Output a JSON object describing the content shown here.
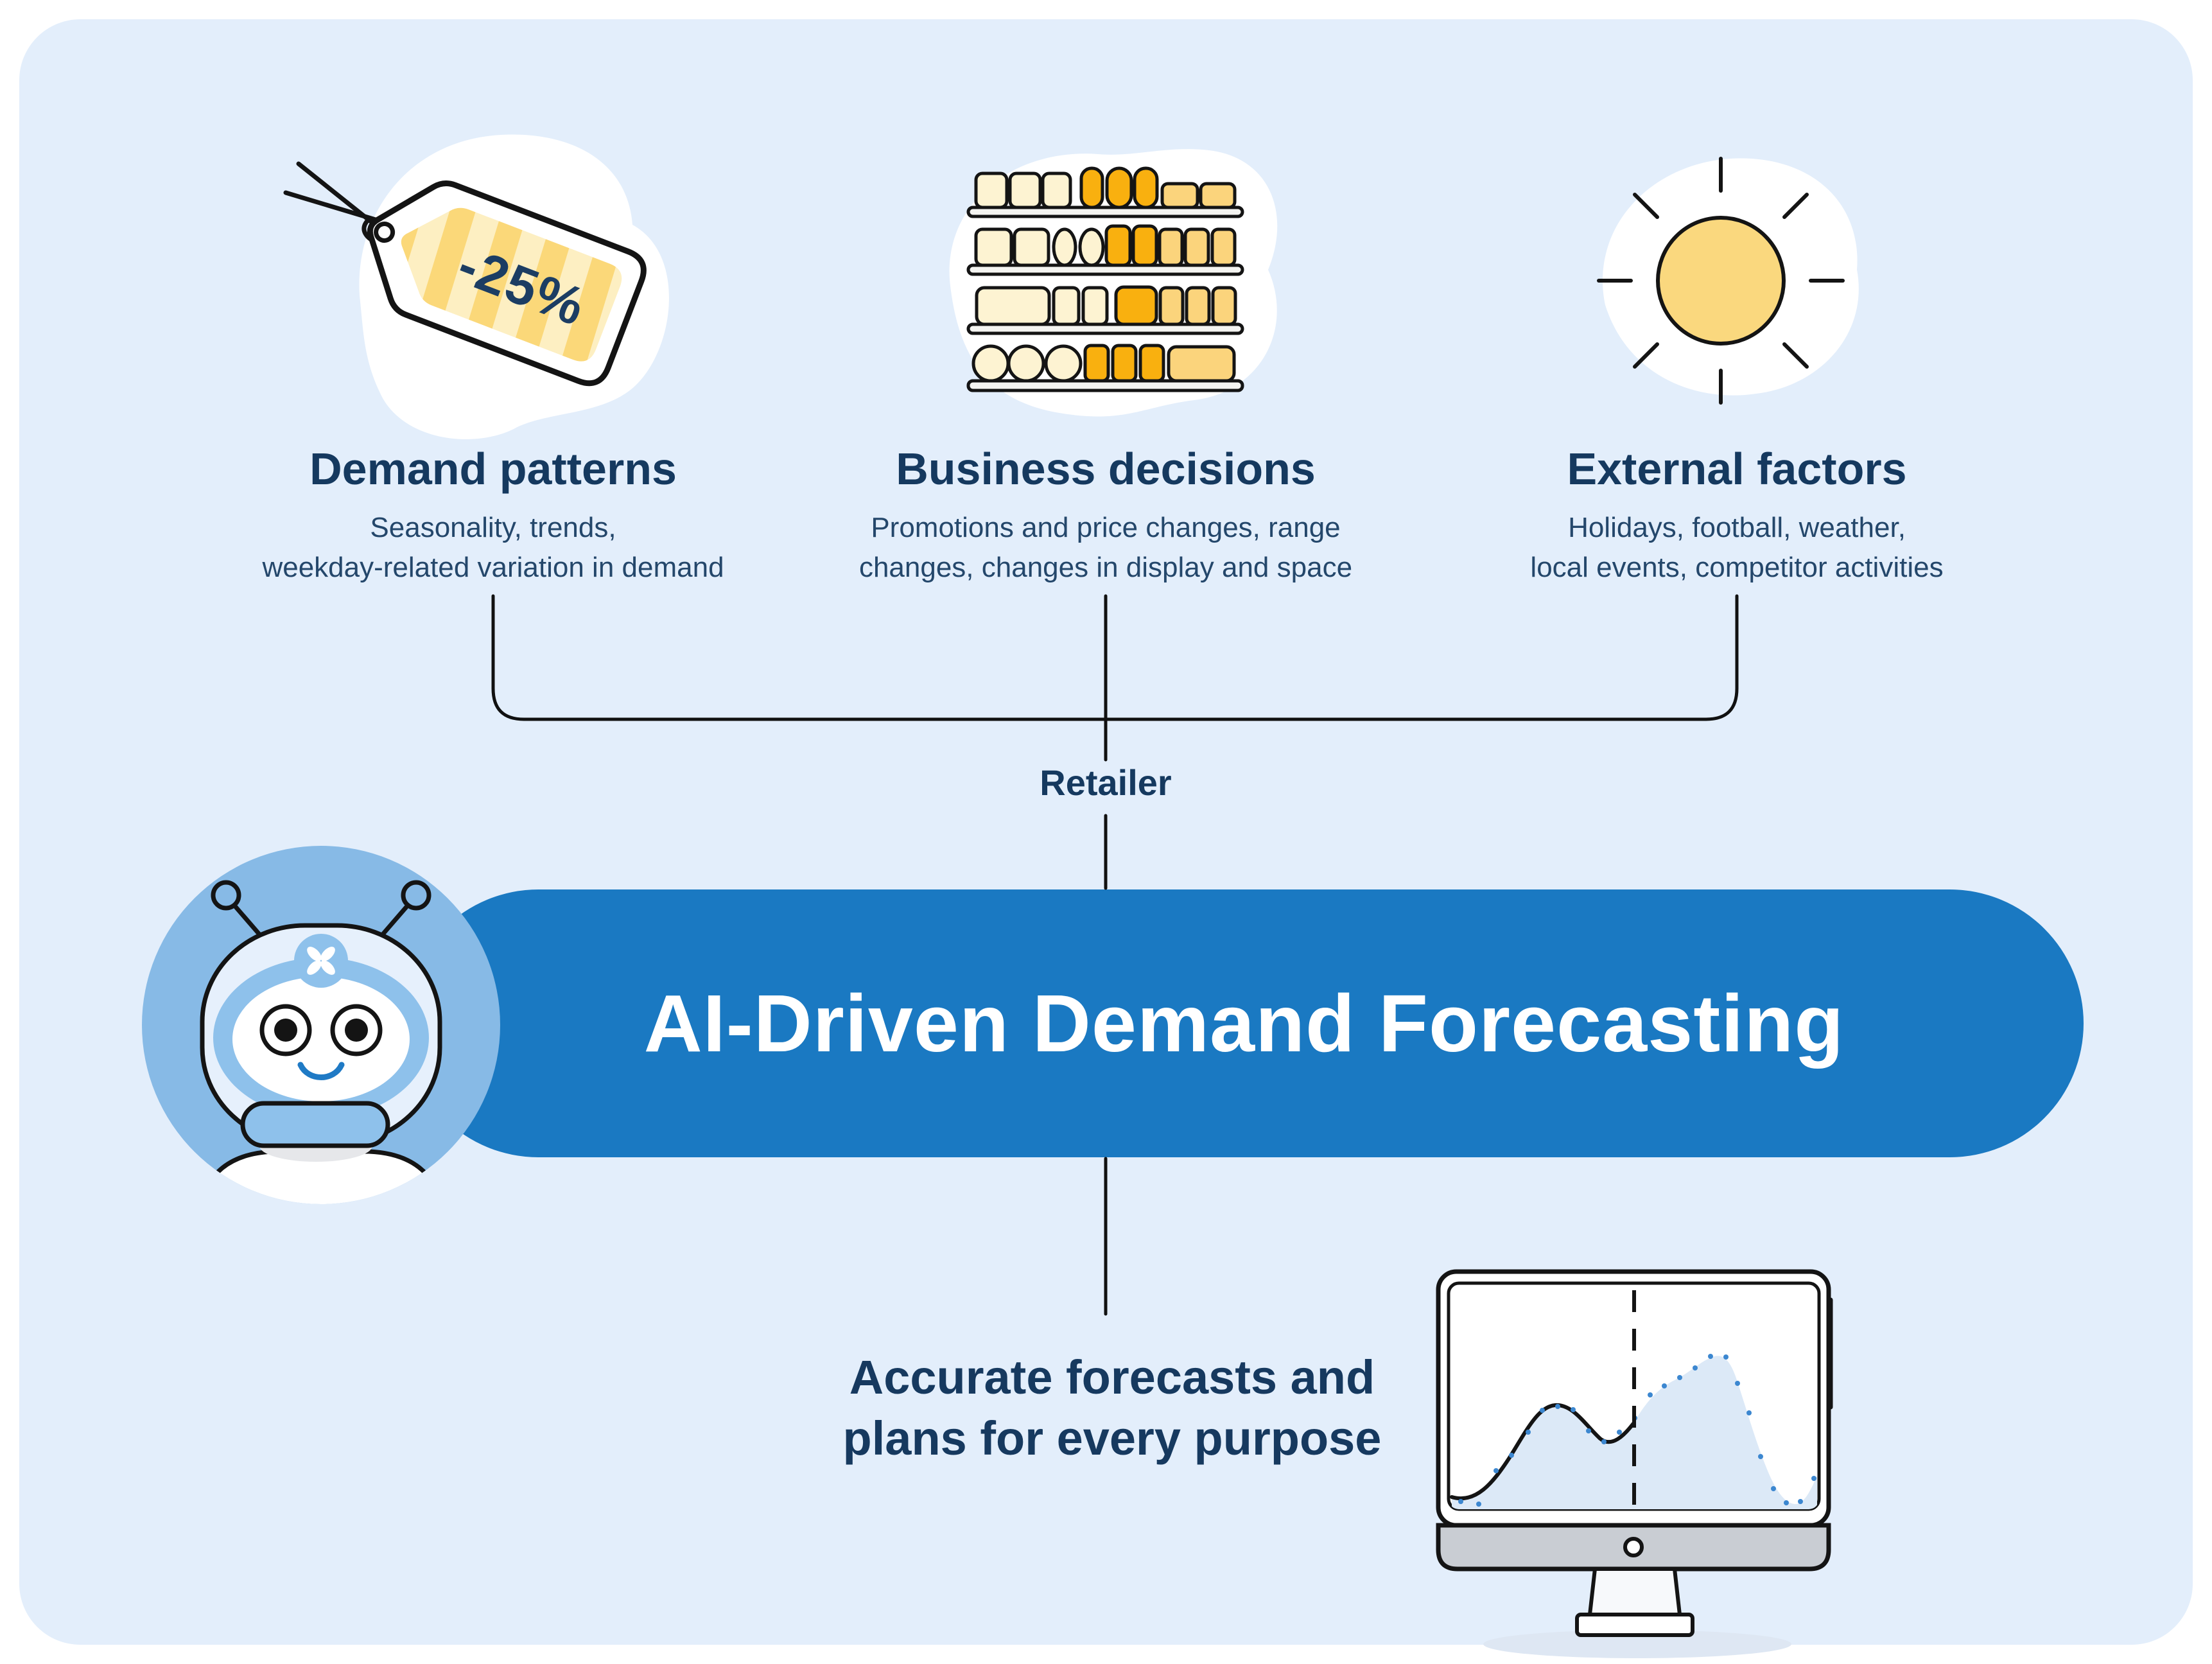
{
  "inputs": {
    "items": [
      {
        "icon": "price-tag-icon",
        "badge": "-25%",
        "title": "Demand patterns",
        "subtitle": "Seasonality, trends,\nweekday-related variation in demand"
      },
      {
        "icon": "store-shelf-icon",
        "title": "Business decisions",
        "subtitle": "Promotions and price changes, range\nchanges, changes in display and space"
      },
      {
        "icon": "sun-icon",
        "title": "External factors",
        "subtitle": "Holidays, football, weather,\nlocal events, competitor activities"
      }
    ],
    "hub_label": "Retailer"
  },
  "banner": {
    "title": "AI-Driven Demand Forecasting",
    "mascot_icon": "robot-mascot-icon"
  },
  "output": {
    "icon": "forecast-monitor-icon",
    "label": "Accurate forecasts and\nplans for every purpose"
  },
  "colors": {
    "card_bg": "#E3EEFB",
    "accent_blue": "#1A79C2",
    "navy_text": "#15395F",
    "subtitle_text": "#24476B",
    "cream": "#FDF3D2",
    "amber": "#FBD47C",
    "orange": "#F9B00F",
    "sun_yellow": "#FAD87E",
    "robot_blue": "#87BAE6",
    "robot_band_blue": "#8EC1EB",
    "smile_blue": "#1F7AC5",
    "chart_area_fill": "#DCE9F7",
    "chart_dot_blue": "#3C87D0"
  }
}
